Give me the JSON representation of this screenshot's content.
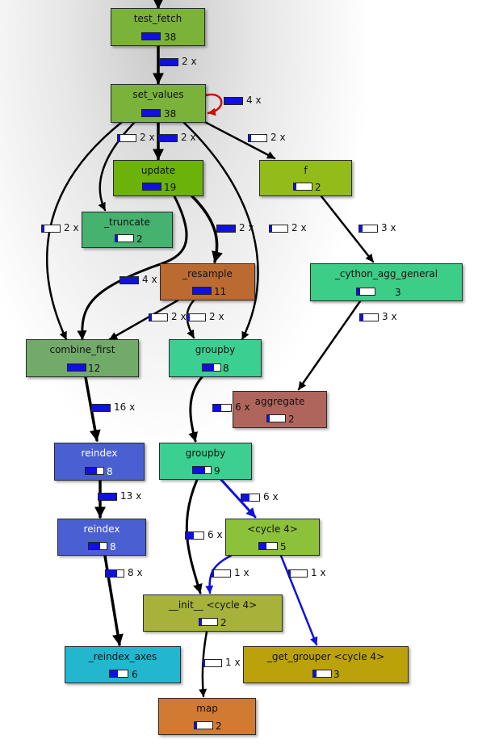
{
  "nodes": [
    {
      "id": "test_fetch",
      "name": "test_fetch",
      "count": "38",
      "fill": 1.0,
      "color": "#7bb23a"
    },
    {
      "id": "set_values",
      "name": "set_values",
      "count": "38",
      "fill": 1.0,
      "color": "#7bb23a"
    },
    {
      "id": "update",
      "name": "update",
      "count": "19",
      "fill": 1.0,
      "color": "#6bb20a"
    },
    {
      "id": "f",
      "name": "f",
      "count": "2",
      "fill": 0.15,
      "color": "#93bb1a"
    },
    {
      "id": "truncate",
      "name": "_truncate",
      "count": "2",
      "fill": 0.15,
      "color": "#45b270"
    },
    {
      "id": "resample",
      "name": "_resample",
      "count": "11",
      "fill": 1.0,
      "color": "#bb6a32"
    },
    {
      "id": "cython_agg_general",
      "name": "_cython_agg_general",
      "count": "3",
      "fill": 0.2,
      "color": "#3ccd86"
    },
    {
      "id": "combine_first",
      "name": "combine_first",
      "count": "12",
      "fill": 1.0,
      "color": "#72aa6a"
    },
    {
      "id": "groupby1",
      "name": "groupby",
      "count": "8",
      "fill": 0.65,
      "color": "#3ccf92"
    },
    {
      "id": "aggregate",
      "name": "aggregate",
      "count": "2",
      "fill": 0.15,
      "color": "#b0655c"
    },
    {
      "id": "reindex1",
      "name": "reindex",
      "count": "8",
      "fill": 0.65,
      "color": "#4a5fd1",
      "light": true
    },
    {
      "id": "groupby2",
      "name": "groupby",
      "count": "9",
      "fill": 0.7,
      "color": "#3ccf92"
    },
    {
      "id": "reindex2",
      "name": "reindex",
      "count": "8",
      "fill": 0.65,
      "color": "#4a5fd1",
      "light": true
    },
    {
      "id": "cycle4",
      "name": "<cycle 4>",
      "count": "5",
      "fill": 0.4,
      "color": "#8bc23a"
    },
    {
      "id": "init",
      "name": "__init__ <cycle 4>",
      "count": "2",
      "fill": 0.15,
      "color": "#a6b23a"
    },
    {
      "id": "reindex_axes",
      "name": "_reindex_axes",
      "count": "6",
      "fill": 0.45,
      "color": "#22b6cf"
    },
    {
      "id": "get_grouper",
      "name": "_get_grouper <cycle 4>",
      "count": "3",
      "fill": 0.2,
      "color": "#bba20a"
    },
    {
      "id": "map",
      "name": "map",
      "count": "2",
      "fill": 0.15,
      "color": "#d07a32"
    }
  ],
  "edges": [
    {
      "from": "test_fetch",
      "to": "set_values",
      "label": "2 x",
      "fill": 1.0
    },
    {
      "from": "set_values",
      "to": "set_values",
      "label": "4 x",
      "fill": 1.0,
      "self": true
    },
    {
      "from": "set_values",
      "to": "combine_first",
      "label": "2 x",
      "fill": 0.15
    },
    {
      "from": "set_values",
      "to": "truncate",
      "label": "2 x",
      "fill": 0.15
    },
    {
      "from": "set_values",
      "to": "update",
      "label": "2 x",
      "fill": 1.0
    },
    {
      "from": "set_values",
      "to": "groupby1",
      "label": "2 x",
      "fill": 0.15
    },
    {
      "from": "set_values",
      "to": "f",
      "label": "2 x",
      "fill": 0.15
    },
    {
      "from": "update",
      "to": "resample",
      "label": "2 x",
      "fill": 1.0
    },
    {
      "from": "update",
      "to": "combine_first",
      "label": "4 x",
      "fill": 1.0
    },
    {
      "from": "f",
      "to": "cython_agg_general",
      "label": "3 x",
      "fill": 0.2
    },
    {
      "from": "resample",
      "to": "combine_first",
      "label": "2 x",
      "fill": 0.15
    },
    {
      "from": "resample",
      "to": "groupby1",
      "label": "2 x",
      "fill": 0.15
    },
    {
      "from": "cython_agg_general",
      "to": "aggregate",
      "label": "3 x",
      "fill": 0.2
    },
    {
      "from": "combine_first",
      "to": "reindex1",
      "label": "16 x",
      "fill": 1.0
    },
    {
      "from": "groupby1",
      "to": "groupby2",
      "label": "6 x",
      "fill": 0.45
    },
    {
      "from": "reindex1",
      "to": "reindex2",
      "label": "13 x",
      "fill": 1.0
    },
    {
      "from": "groupby2",
      "to": "cycle4",
      "label": "6 x",
      "fill": 0.45,
      "blue": true
    },
    {
      "from": "groupby2",
      "to": "init",
      "label": "6 x",
      "fill": 0.45
    },
    {
      "from": "reindex2",
      "to": "reindex_axes",
      "label": "8 x",
      "fill": 0.65
    },
    {
      "from": "cycle4",
      "to": "init",
      "label": "1 x",
      "fill": 0.1,
      "blue": true
    },
    {
      "from": "cycle4",
      "to": "get_grouper",
      "label": "1 x",
      "fill": 0.1,
      "blue": true
    },
    {
      "from": "init",
      "to": "map",
      "label": "1 x",
      "fill": 0.1
    }
  ]
}
